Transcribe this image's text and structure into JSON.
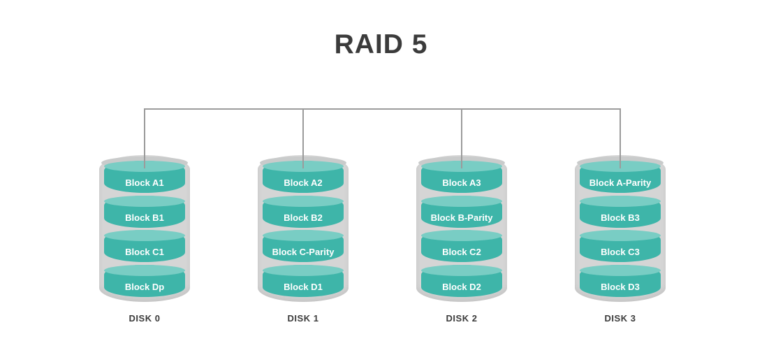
{
  "title": "RAID 5",
  "colors": {
    "teal": "#3eb5a9",
    "teal_light": "#79cdc4",
    "shell": "#d5d5d5",
    "line": "#9b9b9b",
    "text_dark": "#3b3b3b",
    "block_text": "#ffffff"
  },
  "disks": [
    {
      "name": "DISK 0",
      "blocks": [
        "Block A1",
        "Block B1",
        "Block C1",
        "Block Dp"
      ]
    },
    {
      "name": "DISK 1",
      "blocks": [
        "Block A2",
        "Block B2",
        "Block C-Parity",
        "Block D1"
      ]
    },
    {
      "name": "DISK 2",
      "blocks": [
        "Block A3",
        "Block B-Parity",
        "Block C2",
        "Block D2"
      ]
    },
    {
      "name": "DISK 3",
      "blocks": [
        "Block A-Parity",
        "Block B3",
        "Block C3",
        "Block D3"
      ]
    }
  ]
}
